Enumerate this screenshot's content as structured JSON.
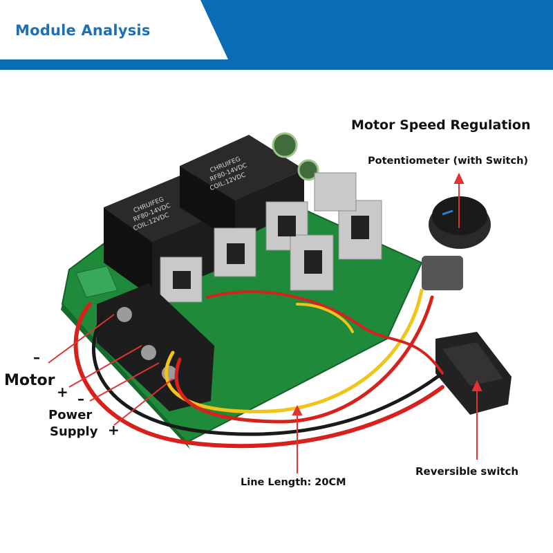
{
  "header": {
    "title": "Module Analysis"
  },
  "labels": {
    "motor_speed_regulation": "Motor Speed Regulation",
    "potentiometer": "Potentiometer (with Switch)",
    "motor": "Motor",
    "power": "Power",
    "supply": "Supply",
    "line_length": "Line Length: 20CM",
    "reversible_switch": "Reversible switch"
  },
  "signs": {
    "minus": "–",
    "plus": "+"
  },
  "relay_text": {
    "brand": "CHRUIFEG",
    "model": "RF80-14VDC",
    "coil": "COIL:12VDC"
  },
  "colors": {
    "header": "#0a6cb5",
    "pcb": "#1f8a3a",
    "arrow": "#e23232",
    "wire_red": "#d8201c",
    "wire_black": "#1a1a1a",
    "wire_yellow": "#f0c419"
  }
}
